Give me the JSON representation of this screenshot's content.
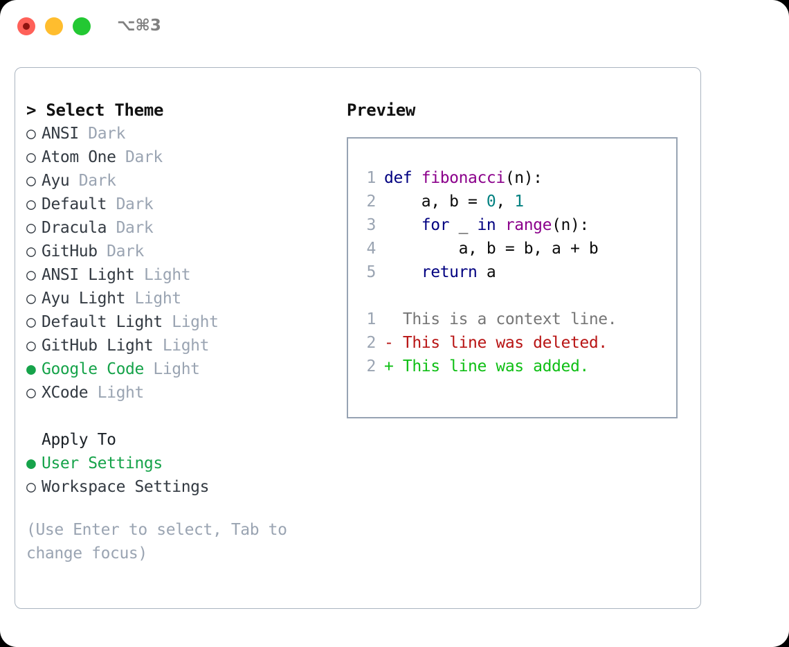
{
  "window": {
    "shortcut": "⌥⌘3",
    "traffic_lights": [
      "close-red",
      "minimize-yellow",
      "maximize-green"
    ],
    "accent_green": "#16a34a",
    "border_color": "#aab4c0"
  },
  "theme_picker": {
    "header_prefix": "> ",
    "header": "Select Theme",
    "bullet_selected": "●",
    "bullet_unselected": "○",
    "items": [
      {
        "bullet": "○",
        "label": "ANSI",
        "suffix": "Dark",
        "selected": false
      },
      {
        "bullet": "○",
        "label": "Atom One",
        "suffix": "Dark",
        "selected": false
      },
      {
        "bullet": "○",
        "label": "Ayu",
        "suffix": "Dark",
        "selected": false
      },
      {
        "bullet": "○",
        "label": "Default",
        "suffix": "Dark",
        "selected": false
      },
      {
        "bullet": "○",
        "label": "Dracula",
        "suffix": "Dark",
        "selected": false
      },
      {
        "bullet": "○",
        "label": "GitHub",
        "suffix": "Dark",
        "selected": false
      },
      {
        "bullet": "○",
        "label": "ANSI Light",
        "suffix": "Light",
        "selected": false
      },
      {
        "bullet": "○",
        "label": "Ayu Light",
        "suffix": "Light",
        "selected": false
      },
      {
        "bullet": "○",
        "label": "Default Light",
        "suffix": "Light",
        "selected": false
      },
      {
        "bullet": "○",
        "label": "GitHub Light",
        "suffix": "Light",
        "selected": false
      },
      {
        "bullet": "●",
        "label": "Google Code",
        "suffix": "Light",
        "selected": true
      },
      {
        "bullet": "○",
        "label": "XCode",
        "suffix": "Light",
        "selected": false
      }
    ]
  },
  "apply_to": {
    "header": "Apply To",
    "items": [
      {
        "bullet": "●",
        "label": "User Settings",
        "selected": true
      },
      {
        "bullet": "○",
        "label": "Workspace Settings",
        "selected": false
      }
    ]
  },
  "hint": "(Use Enter to select, Tab to change focus)",
  "preview": {
    "title": "Preview",
    "code_lines": [
      {
        "no": "1",
        "tokens": [
          {
            "t": "def ",
            "c": "kw"
          },
          {
            "t": "fibonacci",
            "c": "fn"
          },
          {
            "t": "(n):",
            "c": "txt"
          }
        ]
      },
      {
        "no": "2",
        "tokens": [
          {
            "t": "    a, b = ",
            "c": "txt"
          },
          {
            "t": "0",
            "c": "num"
          },
          {
            "t": ", ",
            "c": "txt"
          },
          {
            "t": "1",
            "c": "num"
          }
        ]
      },
      {
        "no": "3",
        "tokens": [
          {
            "t": "    ",
            "c": "txt"
          },
          {
            "t": "for",
            "c": "kw"
          },
          {
            "t": " _ ",
            "c": "txt"
          },
          {
            "t": "in",
            "c": "kw"
          },
          {
            "t": " ",
            "c": "txt"
          },
          {
            "t": "range",
            "c": "fn"
          },
          {
            "t": "(n):",
            "c": "txt"
          }
        ]
      },
      {
        "no": "4",
        "tokens": [
          {
            "t": "        a, b = b, a + b",
            "c": "txt"
          }
        ]
      },
      {
        "no": "5",
        "tokens": [
          {
            "t": "    ",
            "c": "txt"
          },
          {
            "t": "return",
            "c": "kw"
          },
          {
            "t": " a",
            "c": "txt"
          }
        ]
      }
    ],
    "diff_lines": [
      {
        "no": "1",
        "marker": " ",
        "text": " This is a context line.",
        "kind": "ctx"
      },
      {
        "no": "2",
        "marker": "-",
        "text": " This line was deleted.",
        "kind": "del"
      },
      {
        "no": "2",
        "marker": "+",
        "text": " This line was added.",
        "kind": "add"
      }
    ]
  }
}
